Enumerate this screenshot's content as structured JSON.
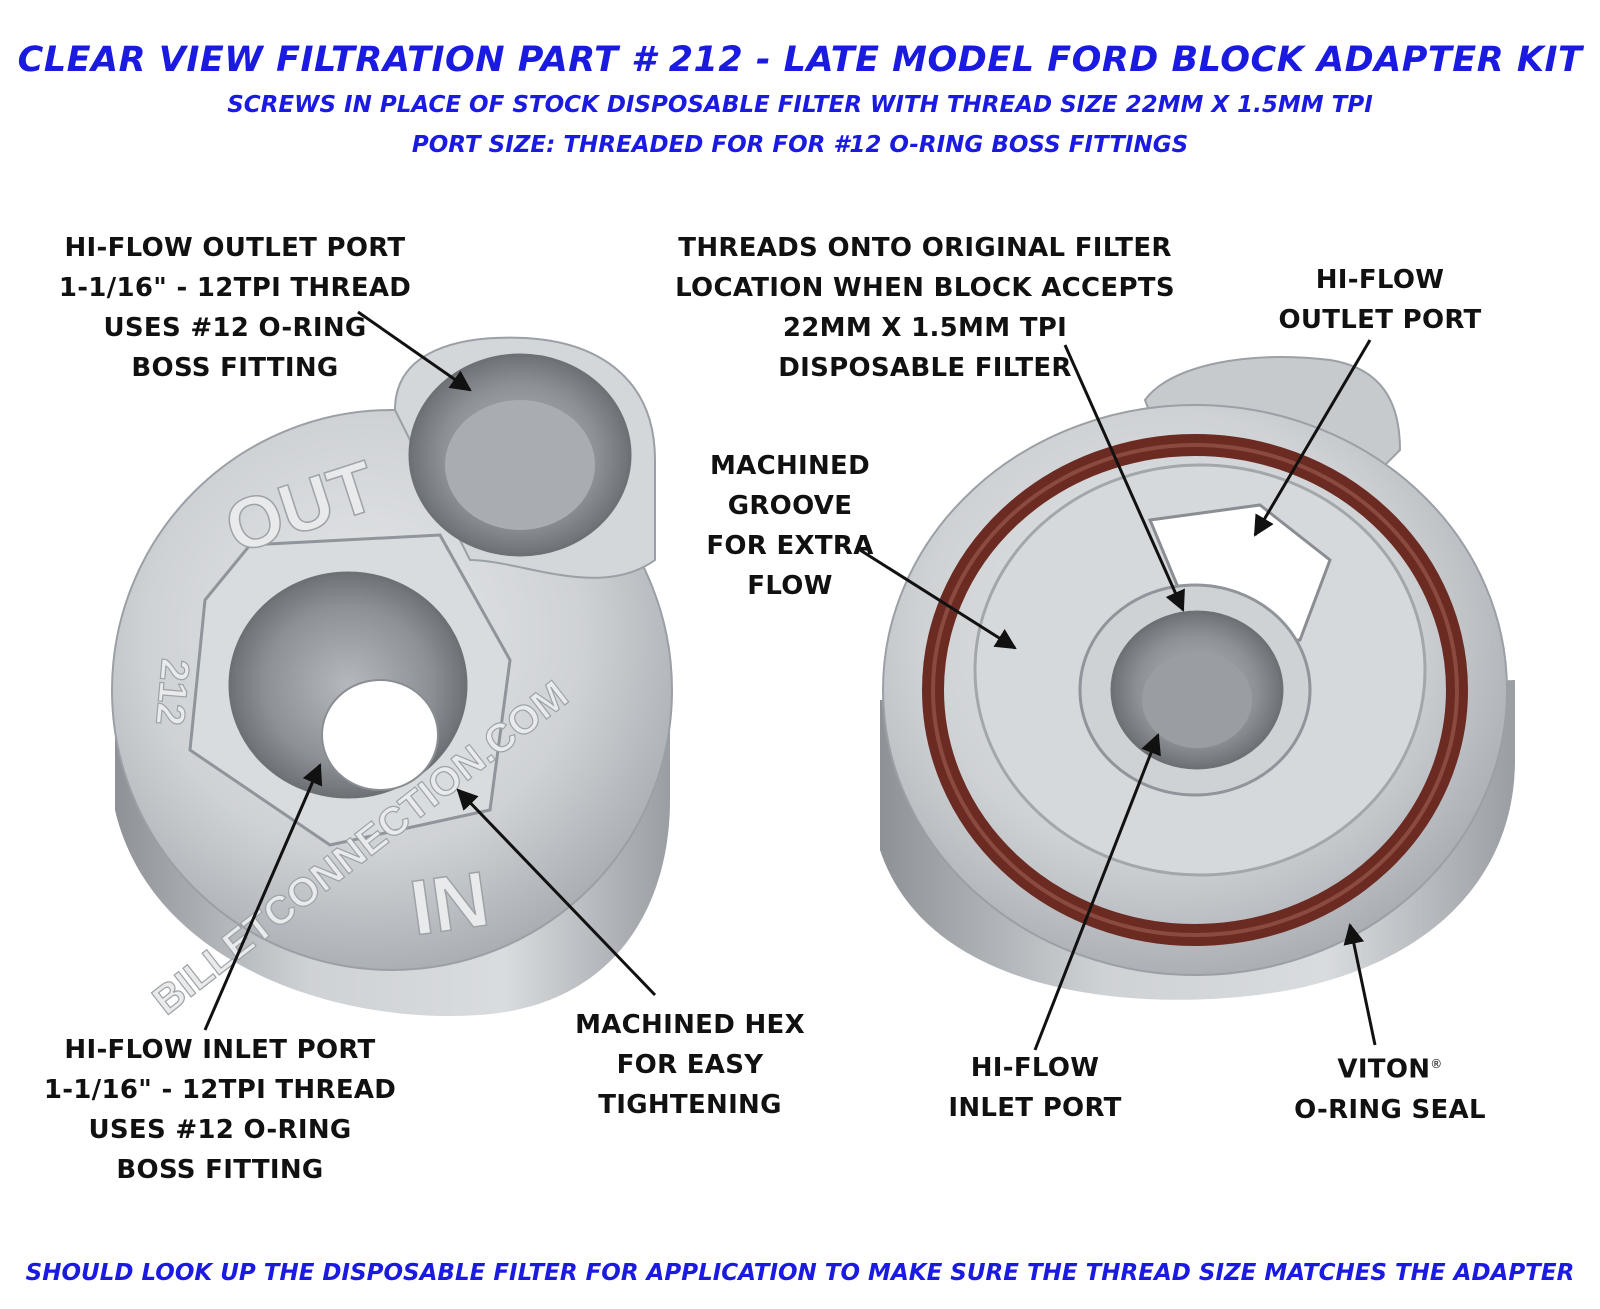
{
  "header": {
    "title": "CLEAR VIEW FILTRATION PART # 212 - LATE MODEL FORD BLOCK ADAPTER KIT",
    "subtitle1": "SCREWS IN PLACE OF STOCK DISPOSABLE FILTER WITH THREAD SIZE 22MM X 1.5MM TPI",
    "subtitle2": "PORT SIZE: THREADED FOR FOR #12 O-RING BOSS FITTINGS"
  },
  "callouts": {
    "left_outlet": [
      "HI-FLOW OUTLET PORT",
      "1-1/16\" - 12TPI THREAD",
      "USES #12 O-RING",
      "BOSS FITTING"
    ],
    "left_inlet": [
      "HI-FLOW INLET PORT",
      "1-1/16\" - 12TPI THREAD",
      "USES #12 O-RING",
      "BOSS FITTING"
    ],
    "hex": [
      "MACHINED HEX",
      "FOR EASY",
      "TIGHTENING"
    ],
    "threads": [
      "THREADS ONTO ORIGINAL FILTER",
      "LOCATION WHEN BLOCK ACCEPTS",
      "22MM X 1.5MM TPI",
      "DISPOSABLE FILTER"
    ],
    "right_outlet": [
      "HI-FLOW",
      "OUTLET PORT"
    ],
    "groove": [
      "MACHINED",
      "GROOVE",
      "FOR EXTRA",
      "FLOW"
    ],
    "right_inlet": [
      "HI-FLOW",
      "INLET PORT"
    ],
    "oring": [
      "VITON",
      "O-RING SEAL"
    ],
    "registered_mark": "®"
  },
  "engraving": {
    "out": "OUT",
    "in": "IN",
    "part": "212",
    "website": "BILLETCONNECTION.COM"
  },
  "footer": "SHOULD LOOK UP THE DISPOSABLE FILTER FOR APPLICATION TO MAKE SURE THE THREAD SIZE MATCHES THE ADAPTER",
  "colors": {
    "heading": "#1a1ae0",
    "aluminum": "#c9ccd0",
    "oring": "#6b2b22"
  }
}
